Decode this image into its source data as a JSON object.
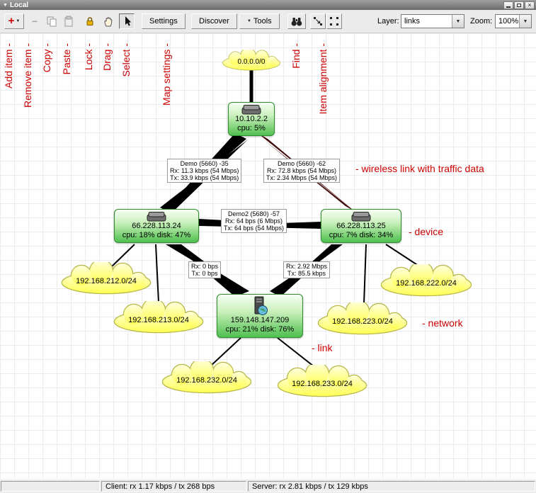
{
  "window": {
    "title": "Local"
  },
  "toolbar": {
    "settings": "Settings",
    "discover": "Discover",
    "tools": "Tools",
    "layer_label": "Layer:",
    "layer_value": "links",
    "zoom_label": "Zoom:",
    "zoom_value": "100%"
  },
  "annotations": {
    "add_item": "Add item -",
    "remove_item": "Remove item -",
    "copy": "Copy -",
    "paste": "Paste -",
    "lock": "Lock -",
    "drag": "Drag -",
    "select": "Select -",
    "map_settings": "Map settings -",
    "find": "Find -",
    "item_alignment": "Item alignment -",
    "wireless": "- wireless link with traffic data",
    "device": "- device",
    "network": "- network",
    "link": "- link"
  },
  "nodes": {
    "internet": {
      "label": "0.0.0.0/0"
    },
    "router_top": {
      "name": "10.10.2.2",
      "stats": "cpu: 5%"
    },
    "router_left": {
      "name": "66.228.113.24",
      "stats": "cpu: 18% disk: 47%"
    },
    "router_right": {
      "name": "66.228.113.25",
      "stats": "cpu: 7% disk: 34%"
    },
    "server": {
      "name": "159.148.147.209",
      "stats": "cpu: 21% disk: 76%"
    },
    "net_212": {
      "label": "192.168.212.0/24"
    },
    "net_213": {
      "label": "192.168.213.0/24"
    },
    "net_222": {
      "label": "192.168.222.0/24"
    },
    "net_223": {
      "label": "192.168.223.0/24"
    },
    "net_232": {
      "label": "192.168.232.0/24"
    },
    "net_233": {
      "label": "192.168.233.0/24"
    }
  },
  "link_labels": {
    "demo_35": {
      "line1": "Demo (5660) -35",
      "line2": "Rx: 11.3 kbps (54 Mbps)",
      "line3": "Tx: 33.9 kbps (54 Mbps)"
    },
    "demo_62": {
      "line1": "Demo (5660) -62",
      "line2": "Rx: 72.8 kbps (54 Mbps)",
      "line3": "Tx: 2.34 Mbps (54 Mbps)"
    },
    "demo2_57": {
      "line1": "Demo2 (5680) -57",
      "line2": "Rx: 64 bps (6 Mbps)",
      "line3": "Tx: 64 bps (54 Mbps)"
    },
    "left_to_server": {
      "line1": "Rx: 0 bps",
      "line2": "Tx: 0 bps"
    },
    "right_to_server": {
      "line1": "Rx: 2.92 Mbps",
      "line2": "Tx: 85.5 kbps"
    }
  },
  "statusbar": {
    "client": "Client: rx 1.17 kbps / tx 268 bps",
    "server": "Server: rx 2.81 kbps / tx 129 kbps"
  },
  "colors": {
    "annotation_red": "#cc0000",
    "device_green": "#4fc04f",
    "cloud_yellow": "#ffff66"
  }
}
